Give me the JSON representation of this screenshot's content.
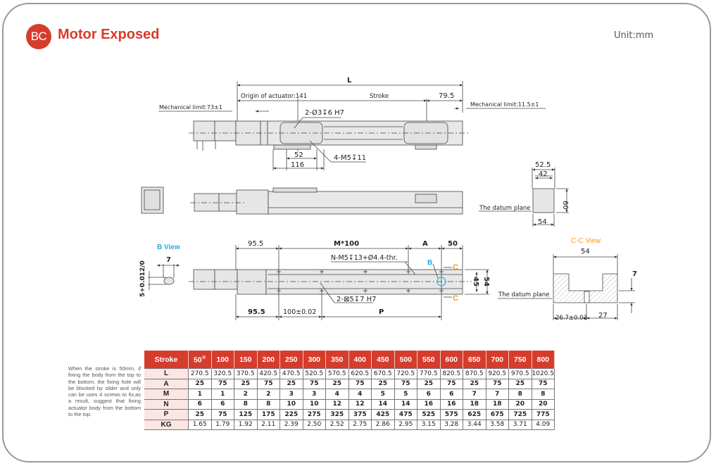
{
  "header": {
    "badge": "BC",
    "title": "Motor Exposed",
    "unit": "Unit:mm"
  },
  "colors": {
    "accent": "#d63c2c",
    "view_label_blue": "#29a8e0",
    "view_label_orange": "#f39a1e"
  },
  "drawing": {
    "top_view": {
      "L": "L",
      "origin": "Origin of actuator:141",
      "stroke": "Stroke",
      "dim_79_5": "79.5",
      "mech_limit_left": "Mechanical limit:73±1",
      "mech_limit_right": "Mechanical limit:11.5±1",
      "hole_callout": "2-Ø3↧6 H7",
      "screw_callout": "4-M5↧11",
      "dim_52": "52",
      "dim_116": "116"
    },
    "end_view": {
      "dim_52_5": "52.5",
      "dim_42": "42",
      "dim_60": "60",
      "dim_54": "54",
      "datum": "The datum plane"
    },
    "bottom_view": {
      "b_view_label": "B View",
      "b_view_dim_7": "7",
      "b_view_tol": "5+0.012/0",
      "dim_95_5_top": "95.5",
      "m100": "M*100",
      "dim_A": "A",
      "dim_50": "50",
      "n_callout": "N-M5↧13+Ø4.4-thr.",
      "b_marker": "B",
      "c_marker_top": "C",
      "c_marker_bottom": "C",
      "dim_45": "45",
      "dim_54": "54",
      "pin_callout": "2-⊠5↧7 H7",
      "dim_95_5_bottom": "95.5",
      "dim_100": "100±0.02",
      "dim_P": "P"
    },
    "cc_view": {
      "label": "C-C View",
      "dim_54": "54",
      "dim_7": "7",
      "datum": "The datum plane",
      "dim_26_7": "26.7±0.03",
      "dim_27": "27"
    }
  },
  "note": "When the stroke is 50mm, if fixing the body from the top to the bottom, the fixing hole will be blocked by slider and only can be uses 4 screws to fix;as a result, suggest that fixing actuator body from the bottom to the top.",
  "table": {
    "header_label": "Stroke",
    "footnote_mark": "※",
    "strokes": [
      "50",
      "100",
      "150",
      "200",
      "250",
      "300",
      "350",
      "400",
      "450",
      "500",
      "550",
      "600",
      "650",
      "700",
      "750",
      "800"
    ],
    "rows": [
      {
        "label": "L",
        "values": [
          "270.5",
          "320.5",
          "370.5",
          "420.5",
          "470.5",
          "520.5",
          "570.5",
          "620.5",
          "670.5",
          "720.5",
          "770.5",
          "820.5",
          "870.5",
          "920.5",
          "970.5",
          "1020.5"
        ]
      },
      {
        "label": "A",
        "values": [
          "25",
          "75",
          "25",
          "75",
          "25",
          "75",
          "25",
          "75",
          "25",
          "75",
          "25",
          "75",
          "25",
          "75",
          "25",
          "75"
        ]
      },
      {
        "label": "M",
        "values": [
          "1",
          "1",
          "2",
          "2",
          "3",
          "3",
          "4",
          "4",
          "5",
          "5",
          "6",
          "6",
          "7",
          "7",
          "8",
          "8"
        ]
      },
      {
        "label": "N",
        "values": [
          "6",
          "6",
          "8",
          "8",
          "10",
          "10",
          "12",
          "12",
          "14",
          "14",
          "16",
          "16",
          "18",
          "18",
          "20",
          "20"
        ]
      },
      {
        "label": "P",
        "values": [
          "25",
          "75",
          "125",
          "175",
          "225",
          "275",
          "325",
          "375",
          "425",
          "475",
          "525",
          "575",
          "625",
          "675",
          "725",
          "775"
        ]
      },
      {
        "label": "KG",
        "values": [
          "1.65",
          "1.79",
          "1.92",
          "2.11",
          "2.39",
          "2.50",
          "2.52",
          "2.75",
          "2.86",
          "2.95",
          "3.15",
          "3.28",
          "3.44",
          "3.58",
          "3.71",
          "4.09"
        ]
      }
    ]
  }
}
